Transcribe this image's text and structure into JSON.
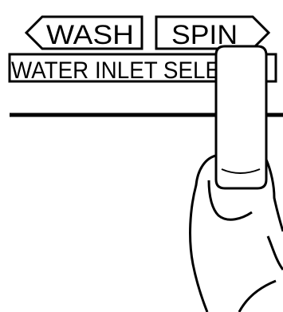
{
  "panel": {
    "wash_label": "WASH",
    "spin_label": "SPIN",
    "water_inlet_label": "WATER INLET SELE"
  },
  "colors": {
    "line": "#000000",
    "background": "#ffffff"
  },
  "icons": {
    "hand": "hand-pressing-icon",
    "left_arrow": "arrow-left-icon",
    "right_arrow": "arrow-right-icon"
  }
}
